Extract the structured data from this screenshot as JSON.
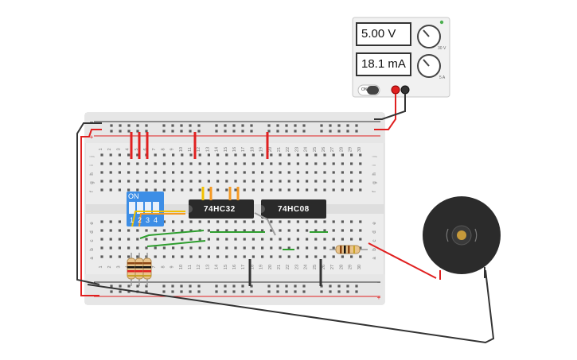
{
  "power_supply": {
    "voltage_display": "5.00 V",
    "current_display": "18.1 mA",
    "on_label": "ON",
    "knob_voltage_label": "30 V",
    "knob_current_label": "5 A",
    "indicator_color": "#4caf50"
  },
  "chips": [
    {
      "label": "74HC32"
    },
    {
      "label": "74HC08"
    }
  ],
  "dip_switch": {
    "on_label": "ON",
    "numbers": [
      "1",
      "2",
      "3",
      "4"
    ],
    "color": "#3d8ee6"
  },
  "breadboard": {
    "row_letters_top": [
      "j",
      "i",
      "h",
      "g",
      "f"
    ],
    "row_letters_bottom": [
      "e",
      "d",
      "c",
      "b",
      "a"
    ],
    "rail_plus": "+",
    "rail_minus": "−",
    "column_numbers": [
      "1",
      "2",
      "3",
      "4",
      "5",
      "6",
      "7",
      "8",
      "9",
      "10",
      "11",
      "12",
      "13",
      "14",
      "15",
      "16",
      "17",
      "18",
      "19",
      "20",
      "21",
      "22",
      "23",
      "24",
      "25",
      "26",
      "27",
      "28",
      "29",
      "30"
    ]
  },
  "colors": {
    "wire_red": "#e02020",
    "wire_black": "#333333",
    "wire_green": "#2e9e2e",
    "wire_orange": "#f59a23",
    "wire_yellow": "#f2c200",
    "breadboard": "#ececec",
    "buzzer_body": "#2b2b2b",
    "buzzer_center": "#c79a3a"
  }
}
